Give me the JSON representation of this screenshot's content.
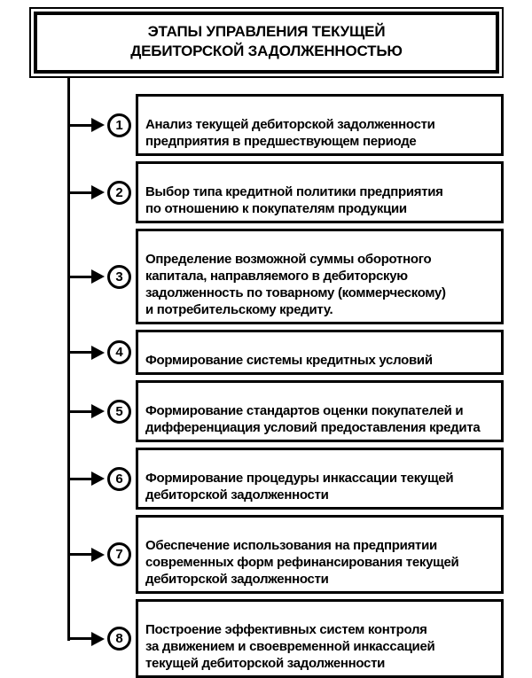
{
  "title": "ЭТАПЫ УПРАВЛЕНИЯ ТЕКУЩЕЙ\nДЕБИТОРСКОЙ ЗАДОЛЖЕННОСТЬЮ",
  "colors": {
    "line": "#000000",
    "background": "#ffffff",
    "text": "#000000"
  },
  "steps": [
    {
      "num": "1",
      "text": "Анализ текущей дебиторской задолженности\nпредприятия в предшествующем периоде"
    },
    {
      "num": "2",
      "text": "Выбор типа кредитной политики предприятия\nпо отношению к покупателям продукции"
    },
    {
      "num": "3",
      "text": "Определение возможной суммы оборотного\nкапитала, направляемого в дебиторскую\nзадолженность по товарному (коммерческому)\nи потребительскому кредиту."
    },
    {
      "num": "4",
      "text": "Формирование системы кредитных условий"
    },
    {
      "num": "5",
      "text": "Формирование стандартов оценки покупателей и\nдифференциация условий предоставления кредита"
    },
    {
      "num": "6",
      "text": "Формирование процедуры инкассации текущей\nдебиторской задолженности"
    },
    {
      "num": "7",
      "text": "Обеспечение использования на предприятии\nсовременных форм рефинансирования текущей\nдебиторской задолженности"
    },
    {
      "num": "8",
      "text": "Построение эффективных систем контроля\nза движением и своевременной инкассацией\nтекущей дебиторской задолженности"
    }
  ]
}
